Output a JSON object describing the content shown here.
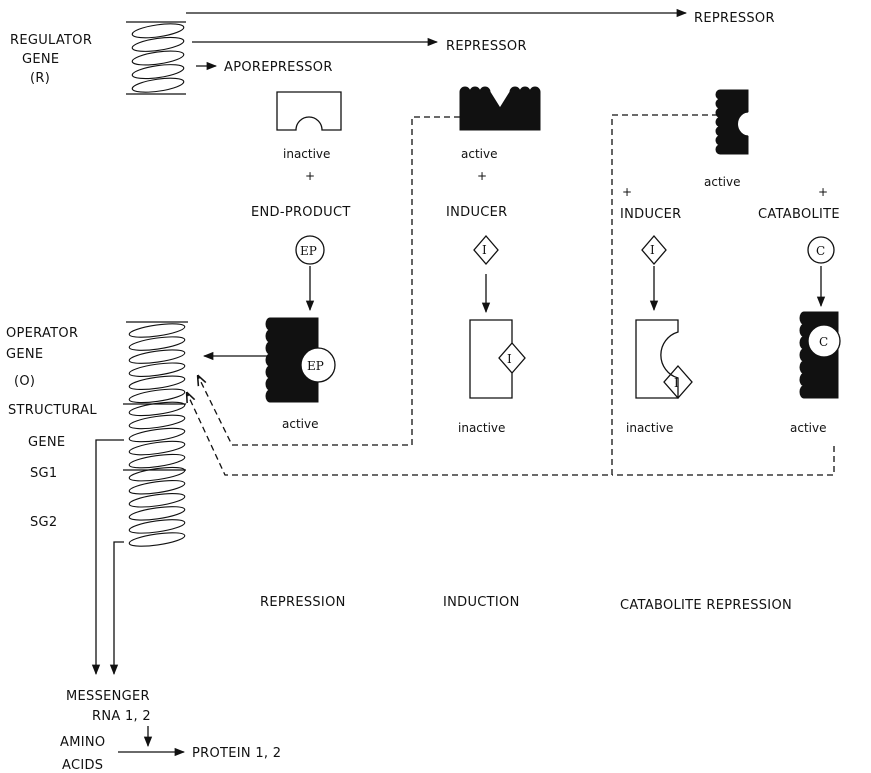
{
  "genes": {
    "regulator": [
      "REGULATOR",
      "GENE",
      "(R)"
    ],
    "operator": [
      "OPERATOR",
      "GENE",
      "(O)"
    ],
    "structural": [
      "STRUCTURAL",
      "GENE"
    ],
    "sg1": "SG1",
    "sg2": "SG2"
  },
  "products": {
    "repressor_top": "REPRESSOR",
    "repressor_mid": "REPRESSOR",
    "aporepressor": "APOREPRESSOR"
  },
  "states": {
    "inactive": "inactive",
    "active": "active",
    "plus": "+"
  },
  "effectors": {
    "end_product": "END-PRODUCT",
    "inducer": "INDUCER",
    "catabolite": "CATABOLITE",
    "ep_symbol": "EP",
    "i_symbol": "I",
    "c_symbol": "C"
  },
  "mechanisms": {
    "repression": "REPRESSION",
    "induction": "INDUCTION",
    "catabolite_repression": "CATABOLITE REPRESSION"
  },
  "synthesis": {
    "messenger": "MESSENGER",
    "rna": "RNA 1, 2",
    "amino": "AMINO",
    "acids": "ACIDS",
    "protein": "PROTEIN 1, 2"
  },
  "colors": {
    "ink": "#111111",
    "background": "#ffffff"
  }
}
